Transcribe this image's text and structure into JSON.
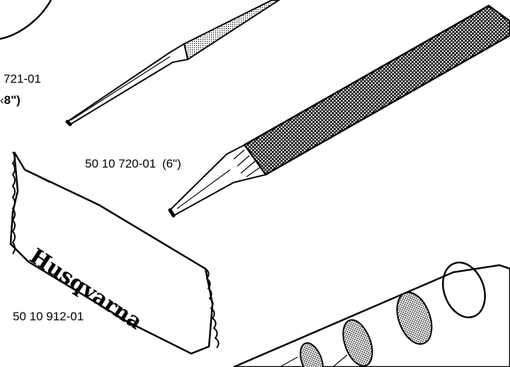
{
  "labels": {
    "round_file_partno": "721-01",
    "round_file_size": "8\")",
    "flat_file_partno": "50 10 720-01",
    "flat_file_size": "(6\")",
    "pouch_partno": "50 10 912-01"
  },
  "pouch": {
    "brand": "Husqvarna"
  },
  "colors": {
    "ink": "#000000",
    "paper": "#ffffff"
  }
}
